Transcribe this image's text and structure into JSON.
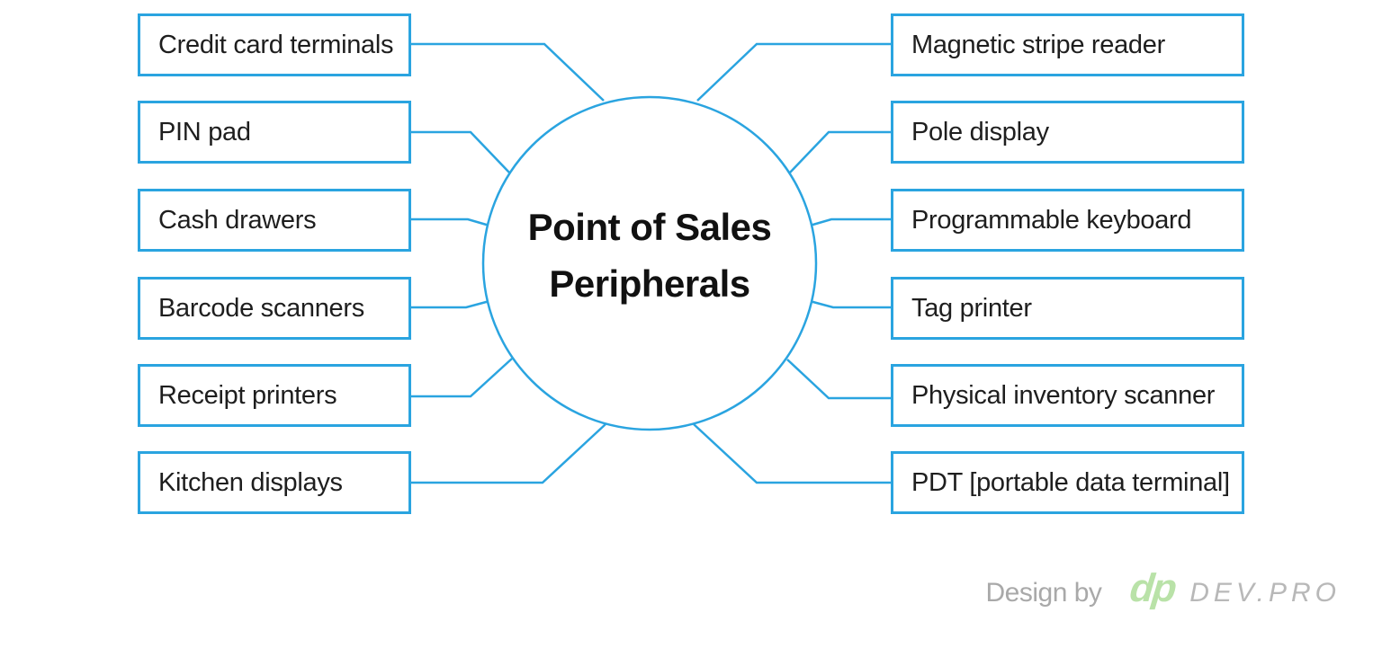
{
  "diagram": {
    "center": {
      "line1": "Point of Sales",
      "line2": "Peripherals"
    },
    "left_items": [
      "Credit card terminals",
      "PIN pad",
      "Cash drawers",
      "Barcode scanners",
      "Receipt printers",
      "Kitchen displays"
    ],
    "right_items": [
      "Magnetic stripe reader",
      "Pole display",
      "Programmable keyboard",
      "Tag printer",
      "Physical inventory scanner",
      "PDT [portable data terminal]"
    ],
    "colors": {
      "line_blue": "#2aa4e0",
      "text_dark": "#1e1e1e"
    }
  },
  "footer": {
    "credit": "Design by",
    "logo_monogram": "dp",
    "logo_name": "DEV.PRO",
    "colors": {
      "logo_green": "#b9e2a8",
      "credit_gray": "#a9a9a9",
      "logo_gray": "#b8b8b8"
    }
  }
}
